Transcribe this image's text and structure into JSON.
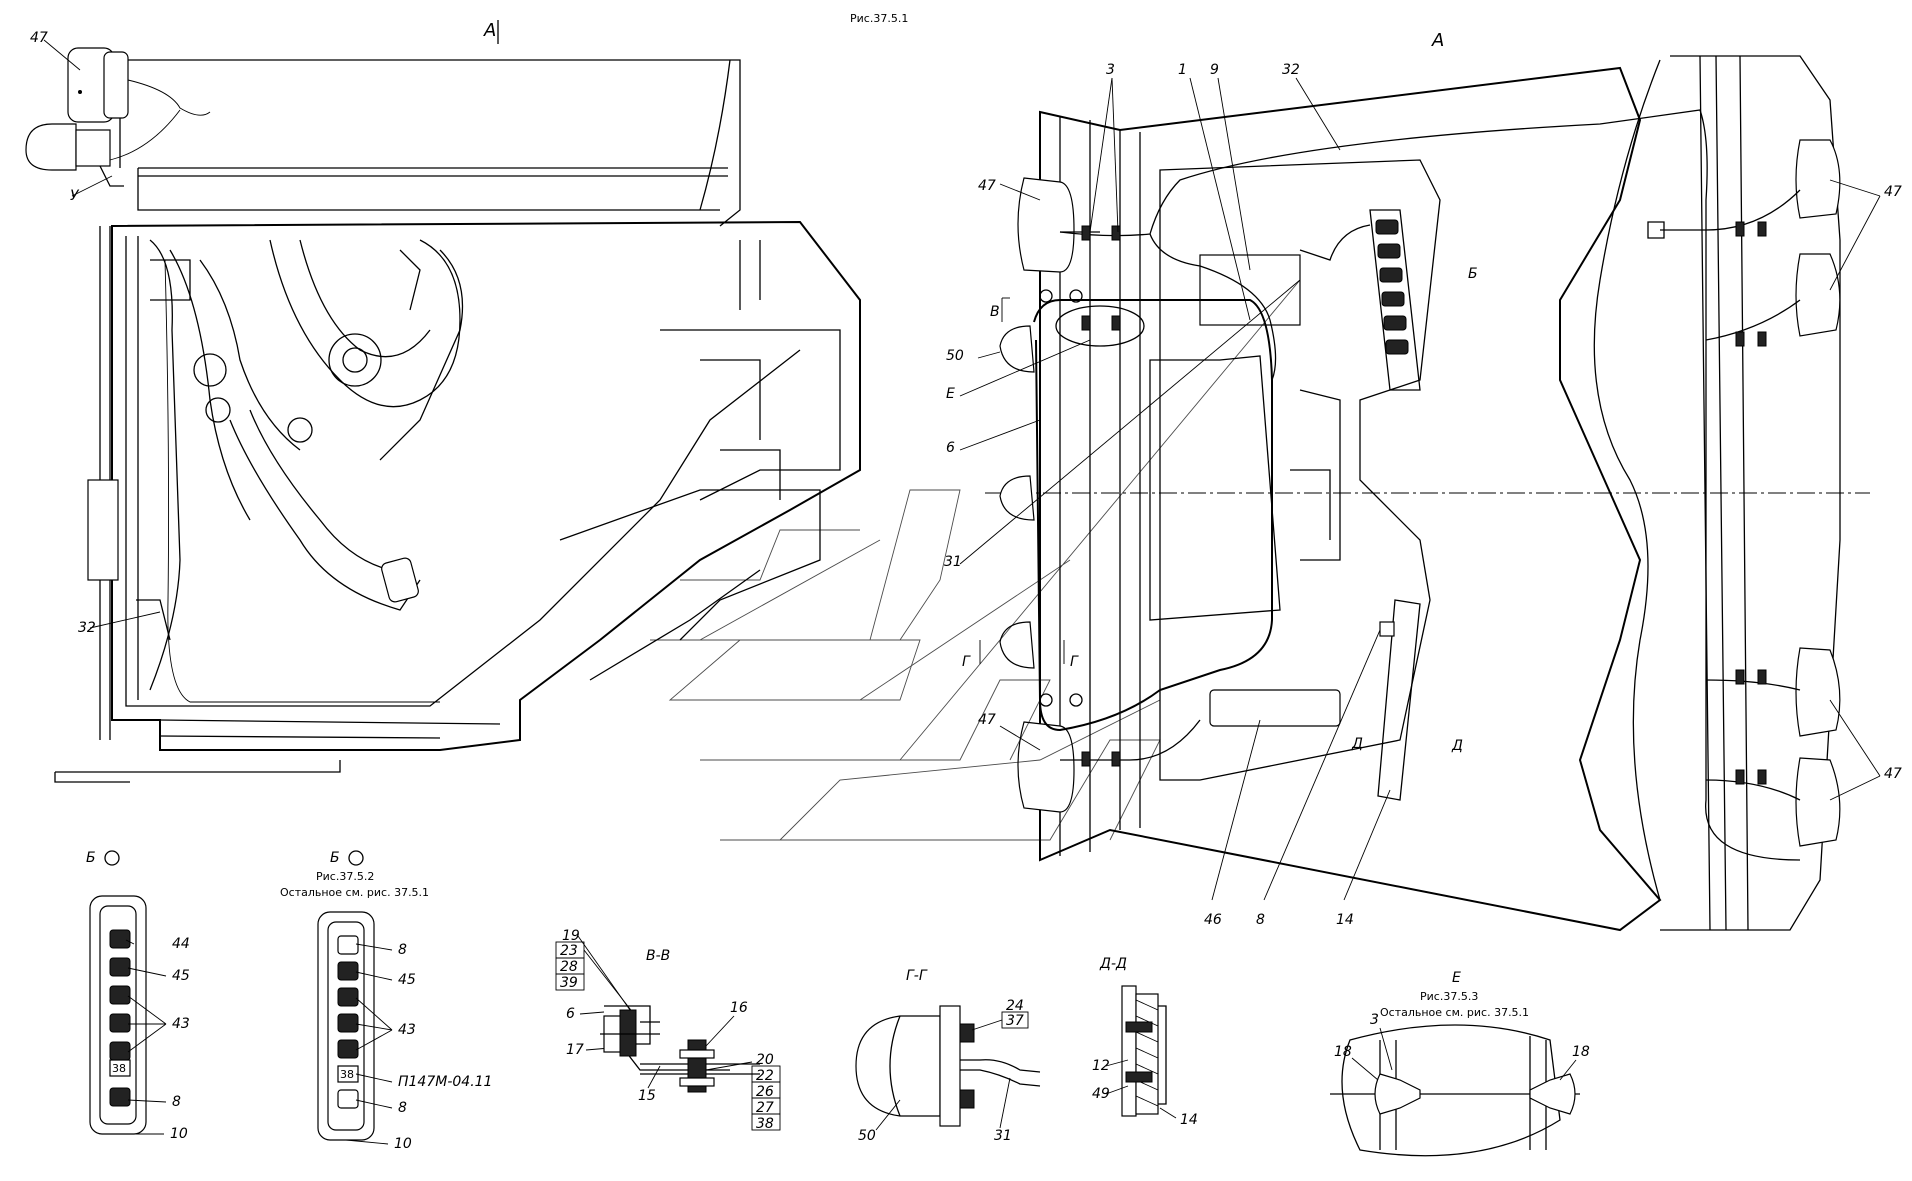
{
  "figure": {
    "title": "Рис.37.5.1",
    "view_a_left": "А",
    "view_a_right": "А",
    "view_b_right": "Б"
  },
  "left_view": {
    "callouts": [
      "47",
      "У",
      "32"
    ]
  },
  "right_view": {
    "callouts_top": [
      "3",
      "1",
      "9",
      "32"
    ],
    "callouts_left": [
      "47",
      "В",
      "50",
      "Е",
      "6",
      "31",
      "Г",
      "Г",
      "47"
    ],
    "callouts_bottom": [
      "46",
      "8",
      "14",
      "Д",
      "Д"
    ],
    "callouts_right": [
      "47",
      "47"
    ]
  },
  "panel_b1": {
    "title": "Б",
    "callouts": [
      "44",
      "45",
      "43",
      "8",
      "10"
    ],
    "slot_marks": [
      "38"
    ]
  },
  "panel_b2": {
    "title": "Б",
    "subtitle1": "Рис.37.5.2",
    "subtitle2": "Остальное см. рис. 37.5.1",
    "callouts": [
      "8",
      "45",
      "43",
      "П147М-04.11",
      "8",
      "10"
    ],
    "slot_marks": [
      "38"
    ]
  },
  "section_vv": {
    "title": "В-В",
    "callouts_left": [
      "19",
      "23",
      "28",
      "39",
      "6",
      "17",
      "15"
    ],
    "callouts_right": [
      "16",
      "20",
      "22",
      "26",
      "27",
      "38"
    ]
  },
  "section_gg": {
    "title": "Г-Г",
    "callouts": [
      "24",
      "37",
      "50",
      "31"
    ]
  },
  "section_dd": {
    "title": "Д-Д",
    "callouts": [
      "12",
      "49",
      "14"
    ]
  },
  "view_e": {
    "title": "Е",
    "subtitle1": "Рис.37.5.3",
    "subtitle2": "Остальное см. рис. 37.5.1",
    "callouts": [
      "3",
      "18",
      "18"
    ]
  }
}
